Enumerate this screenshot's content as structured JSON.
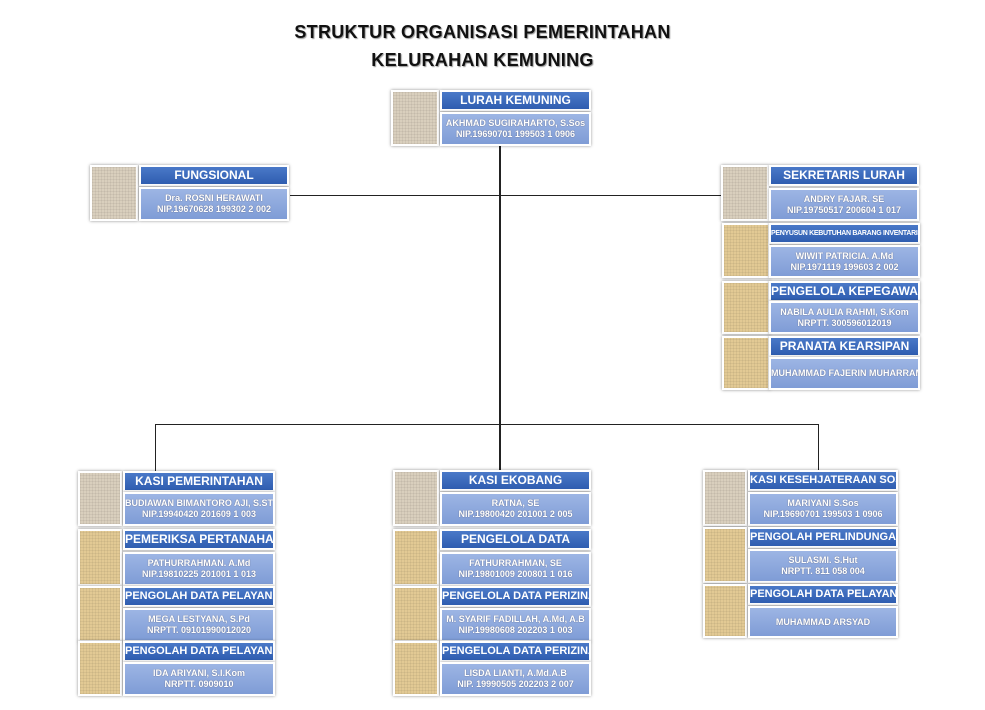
{
  "title": {
    "line1": "STRUKTUR ORGANISASI PEMERINTAHAN",
    "line2": "KELURAHAN KEMUNING"
  },
  "nodes": [
    {
      "id": "lurah",
      "title": "LURAH KEMUNING",
      "name": "AKHMAD SUGIRAHARTO, S.Sos",
      "id_number": "NIP.19690701 199503 1 0906",
      "photo": "grey",
      "size": "big"
    },
    {
      "id": "fungsional",
      "title": "FUNGSIONAL",
      "name": "Dra. ROSNI HERAWATI",
      "id_number": "NIP.19670628 199302 2 002",
      "photo": "grey",
      "size": "big"
    },
    {
      "id": "sekretaris",
      "title": "SEKRETARIS LURAH",
      "name": "ANDRY FAJAR. SE",
      "id_number": "NIP.19750517 200604 1 017",
      "photo": "grey",
      "size": "big"
    },
    {
      "id": "penyusun",
      "title": "PENYUSUN KEBUTUHAN BARANG INVENTARIS",
      "name": "WIWIT PATRICIA. A.Md",
      "id_number": "NIP.1971119 199603 2 002",
      "photo": "tan",
      "size": "tiny"
    },
    {
      "id": "kepegawaian",
      "title": "PENGELOLA KEPEGAWAIAN",
      "name": "NABILA AULIA RAHMI, S.Kom",
      "id_number": "NRPTT. 300596012019",
      "photo": "tan",
      "size": "big"
    },
    {
      "id": "kearsipan",
      "title": "PRANATA KEARSIPAN",
      "name": "MUHAMMAD FAJERIN MUHARRAM",
      "id_number": "",
      "photo": "tan",
      "size": "big"
    },
    {
      "id": "kasi-pem",
      "title": "KASI PEMERINTAHAN",
      "name": "BUDIAWAN BIMANTORO AJI, S.STP,M.AP",
      "id_number": "NIP.19940420 201609 1 003",
      "photo": "grey",
      "size": "big"
    },
    {
      "id": "pertanahan",
      "title": "PEMERIKSA PERTANAHAN",
      "name": "PATHURRAHMAN. A.Md",
      "id_number": "NIP.19810225 201001 1 013",
      "photo": "tan",
      "size": "big"
    },
    {
      "id": "pelayanan-1",
      "title": "PENGOLAH DATA PELAYANAN",
      "name": "MEGA LESTYANA, S.Pd",
      "id_number": "NRPTT. 09101990012020",
      "photo": "tan",
      "size": "small"
    },
    {
      "id": "pelayanan-2",
      "title": "PENGOLAH DATA PELAYANAN",
      "name": "IDA ARIYANI, S.I.Kom",
      "id_number": "NRPTT. 0909010",
      "photo": "tan",
      "size": "small"
    },
    {
      "id": "kasi-ekobang",
      "title": "KASI EKOBANG",
      "name": "RATNA, SE",
      "id_number": "NIP.19800420 201001 2 005",
      "photo": "grey",
      "size": "big"
    },
    {
      "id": "pengelola-data",
      "title": "PENGELOLA DATA",
      "name": "FATHURRAHMAN, SE",
      "id_number": "NIP.19801009 200801 1 016",
      "photo": "tan",
      "size": "big"
    },
    {
      "id": "perizinan-1",
      "title": "PENGELOLA DATA PERIZINAN",
      "name": "M. SYARIF FADILLAH, A.Md, A.B",
      "id_number": "NIP.19980608 202203 1 003",
      "photo": "tan",
      "size": "small"
    },
    {
      "id": "perizinan-2",
      "title": "PENGELOLA DATA PERIZINAN",
      "name": "LISDA LIANTI, A.Md.A.B",
      "id_number": "NIP. 19990505 202203 2 007",
      "photo": "tan",
      "size": "small"
    },
    {
      "id": "kasi-kesos",
      "title": "KASI KESEHJATERAAN SOSIAL",
      "name": "MARIYANI S.Sos",
      "id_number": "NIP.19690701 199503 1 0906",
      "photo": "grey",
      "size": "small"
    },
    {
      "id": "perlindungan",
      "title": "PENGOLAH PERLINDUNGAN SOSIAL",
      "name": "SULASMI. S.Hut",
      "id_number": "NRPTT. 811 058 004",
      "photo": "tan",
      "size": "small"
    },
    {
      "id": "pelayanan-3",
      "title": "PENGOLAH DATA PELAYANAN",
      "name": "MUHAMMAD  ARSYAD",
      "id_number": "",
      "photo": "tan",
      "size": "small"
    }
  ]
}
